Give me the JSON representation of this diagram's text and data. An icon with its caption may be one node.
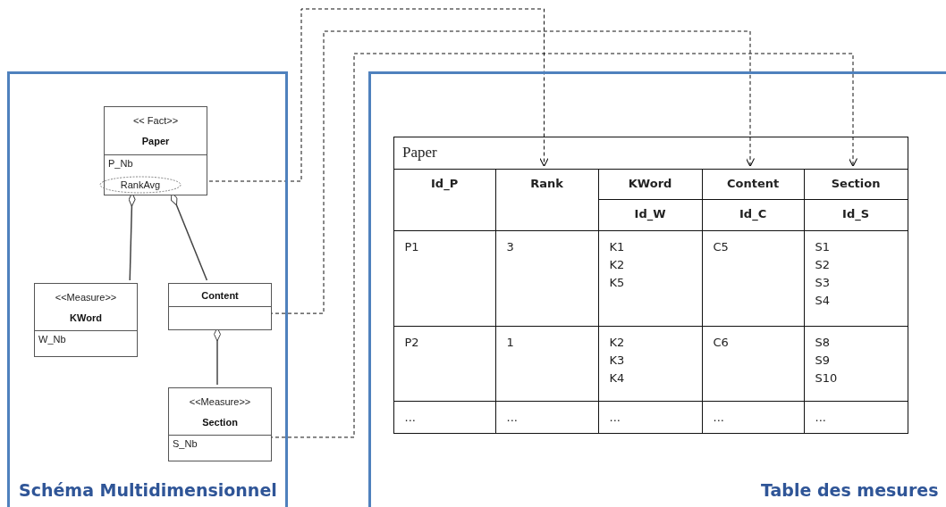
{
  "diagram": {
    "nodes": [
      {
        "text": [
          "Schéma Multidimensionnel"
        ]
      },
      {
        "text": [
          "<< Fact>>",
          "Paper",
          "P_Nb"
        ],
        "in": 0
      },
      {
        "text": [
          "RankAvg"
        ],
        "in": 1
      },
      {
        "text": [
          "<<Measure>>",
          "KWord",
          "W_Nb"
        ],
        "in": 0
      },
      {
        "text": [
          "Content"
        ],
        "in": 0
      },
      {
        "text": [
          "<<Measure>>",
          "Section",
          "S_Nb"
        ],
        "in": 0
      },
      {
        "text": [
          "Table des mesures"
        ]
      },
      {
        "text": [
          "Paper"
        ],
        "in": 6
      },
      {
        "text": [
          "Rank"
        ],
        "in": 7
      },
      {
        "text": [
          "Content"
        ],
        "in": 7
      },
      {
        "text": [
          "Section"
        ],
        "in": 7
      }
    ],
    "edges": [
      {
        "from": 3,
        "to": 1,
        "arrow": "other"
      },
      {
        "from": 4,
        "to": 1,
        "arrow": "other"
      },
      {
        "from": 5,
        "to": 4,
        "arrow": "other"
      },
      {
        "from": 2,
        "to": 8,
        "arrow": "to",
        "style": "dashed"
      },
      {
        "from": 4,
        "to": 9,
        "arrow": "to",
        "style": "dashed"
      },
      {
        "from": 5,
        "to": 10,
        "arrow": "to",
        "style": "dashed"
      }
    ],
    "labels": [
      "Id_P",
      "KWord",
      "Id_W",
      "Id_C",
      "Id_S",
      "P1",
      "3",
      "K1",
      "K2",
      "K5",
      "C5",
      "S1",
      "S2",
      "S3",
      "S4",
      "P2",
      "1",
      "K2",
      "K3",
      "K4",
      "C6",
      "S8",
      "S9",
      "S10",
      "...",
      "...",
      "...",
      "...",
      "..."
    ]
  }
}
